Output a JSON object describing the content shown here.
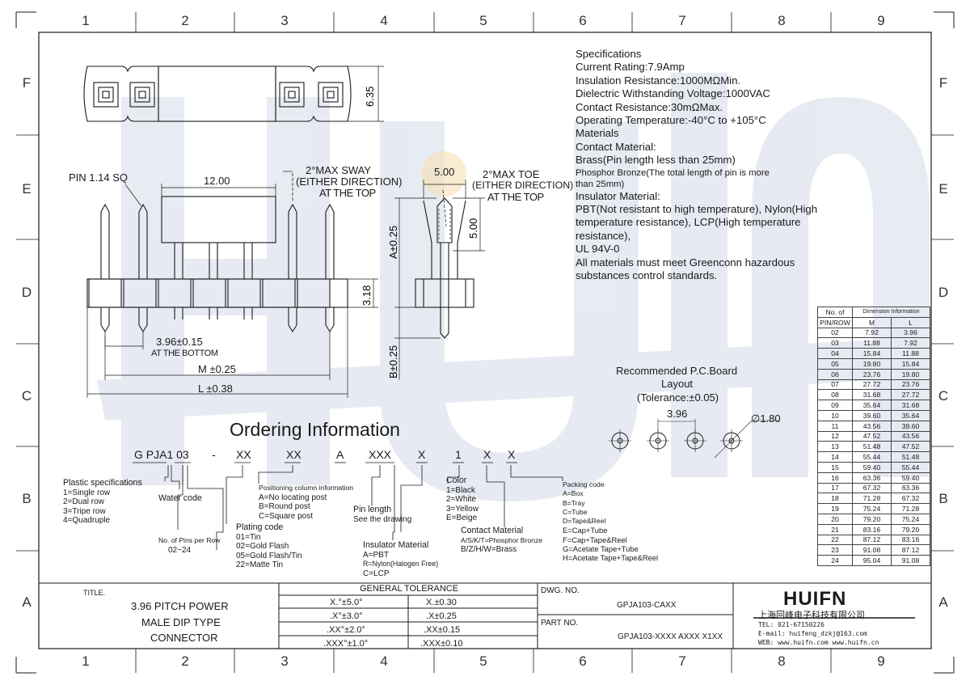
{
  "grid": {
    "columns": [
      "1",
      "2",
      "3",
      "4",
      "5",
      "6",
      "7",
      "8",
      "9"
    ],
    "rows": [
      "F",
      "E",
      "D",
      "C",
      "B",
      "A"
    ]
  },
  "drawing": {
    "dim_635": "6.35",
    "pin_label": "PIN 1.14 SQ",
    "dim_1200": "12.00",
    "sway_1": "2°MAX SWAY",
    "sway_2": "(EITHER DIRECTION)",
    "sway_3": "AT THE TOP",
    "dim_500_top": "5.00",
    "toe_1": "2°MAX TOE",
    "toe_2": "(EITHER DIRECTION)",
    "toe_3": "AT THE TOP",
    "dim_500_side": "5.00",
    "dim_a": "A±0.25",
    "dim_b": "B±0.25",
    "dim_318": "3.18",
    "dim_396": "3.96±0.15",
    "at_bottom": "AT THE BOTTOM",
    "dim_m": "M ±0.25",
    "dim_l": "L ±0.38"
  },
  "pcb": {
    "title_1": "Recommended P.C.Board",
    "title_2": "Layout",
    "title_3": "(Tolerance:±0.05)",
    "pitch": "3.96",
    "hole": "∅1.80"
  },
  "specifications": {
    "lines": [
      "Specifications",
      "Current Rating:7.9Amp",
      "Insulation Resistance:1000MΩMin.",
      "Dielectric Withstanding Voltage:1000VAC",
      "Contact Resistance:30mΩMax.",
      "Operating Temperature:-40°C to +105°C",
      "Materials",
      "Contact Material:",
      "Brass(Pin length less than 25mm)"
    ],
    "small_1": "Phosphor Bronze(The total length of pin is more",
    "small_2": "than 25mm)",
    "lines2": [
      "Insulator Material:",
      "PBT(Not resistant to high temperature),  Nylon(High",
      "temperature resistance), LCP(High temperature",
      "resistance),",
      "UL 94V-0",
      "All materials must meet Greenconn hazardous",
      "substances control standards."
    ]
  },
  "dimension_table": {
    "header_1": "No. of",
    "header_2": "Dimension Information",
    "header_3": "PIN/ROW",
    "col_m": "M",
    "col_l": "L",
    "rows": [
      [
        "02",
        "7.92",
        "3.96"
      ],
      [
        "03",
        "11.88",
        "7.92"
      ],
      [
        "04",
        "15.84",
        "11.88"
      ],
      [
        "05",
        "19.80",
        "15.84"
      ],
      [
        "06",
        "23.76",
        "19.80"
      ],
      [
        "07",
        "27.72",
        "23.76"
      ],
      [
        "08",
        "31.68",
        "27.72"
      ],
      [
        "09",
        "35.64",
        "31.68"
      ],
      [
        "10",
        "39.60",
        "35.64"
      ],
      [
        "11",
        "43.56",
        "39.60"
      ],
      [
        "12",
        "47.52",
        "43.56"
      ],
      [
        "13",
        "51.48",
        "47.52"
      ],
      [
        "14",
        "55.44",
        "51.48"
      ],
      [
        "15",
        "59.40",
        "55.44"
      ],
      [
        "16",
        "63.36",
        "59.40"
      ],
      [
        "17",
        "67.32",
        "63.36"
      ],
      [
        "18",
        "71.28",
        "67.32"
      ],
      [
        "19",
        "75.24",
        "71.28"
      ],
      [
        "20",
        "79.20",
        "75.24"
      ],
      [
        "21",
        "83.16",
        "79.20"
      ],
      [
        "22",
        "87.12",
        "83.16"
      ],
      [
        "23",
        "91.08",
        "87.12"
      ],
      [
        "24",
        "95.04",
        "91.08"
      ]
    ]
  },
  "ordering": {
    "title": "Ordering Information",
    "code": [
      "G PJA1 03",
      "-",
      "XX",
      "XX",
      "A",
      "XXX",
      "X",
      "1",
      "X",
      "X"
    ],
    "plastic": [
      "Plastic specifications",
      "1=Single row",
      "2=Dual row",
      "3=Tripe row",
      "4=Quadruple"
    ],
    "water": "Water code",
    "pins": [
      "No. of Pins per Row",
      "02~24"
    ],
    "plating": [
      "Plating code",
      "01=Tin",
      "02=Gold Flash",
      "05=Gold Flash/Tin",
      "22=Matte Tin"
    ],
    "positioning": [
      "Positioning column information",
      "A=No locating post",
      "B=Round post",
      "C=Square post"
    ],
    "pin_length": [
      "Pin length",
      "See the drawing"
    ],
    "insulator": [
      "Insulator Material",
      "A=PBT",
      "R=Nylon(Halogen Free)",
      "C=LCP"
    ],
    "color": [
      "Color",
      "1=Black",
      "2=White",
      "3=Yellow",
      "E=Beige"
    ],
    "contact": [
      "Contact Material",
      "A/S/K/T=Phosphor Bronze",
      "B/Z/H/W=Brass"
    ],
    "packing": [
      "Packing code",
      "A=Box",
      "B=Tray",
      "C=Tube",
      "D=Tape&Reel",
      "E=Cap+Tube",
      "F=Cap+Tape&Reel",
      "G=Acetate Tape+Tube",
      "H=Acetate Tape+Tape&Reel"
    ]
  },
  "title_block": {
    "title_label": "TITLE.",
    "title_lines": [
      "3.96 PITCH POWER",
      "MALE DIP TYPE",
      "CONNECTOR"
    ],
    "tolerance_header": "GENERAL TOLERANCE",
    "tolerance": [
      [
        "X.°±5.0°",
        "X.±0.30"
      ],
      [
        ".X°±3.0°",
        ".X±0.25"
      ],
      [
        ".XX°±2.0°",
        ".XX±0.15"
      ],
      [
        ".XXX°±1.0°",
        ".XXX±0.10"
      ]
    ],
    "dwg_label": "DWG. NO.",
    "dwg_no": "GPJA103-CAXX",
    "part_label": "PART NO.",
    "part_no": "GPJA103-XXXX AXXX X1XX",
    "logo": "HUIFN",
    "company": "上海回峰电子科技有限公司",
    "tel": "TEL: 021-67150226",
    "email": "E-mail: huifeng_dzkj@163.com",
    "web": "WEB: www.huifn.com  www.huifn.cn"
  },
  "colors": {
    "line": "#1a1a1a",
    "watermark": "#dfe4ee"
  }
}
